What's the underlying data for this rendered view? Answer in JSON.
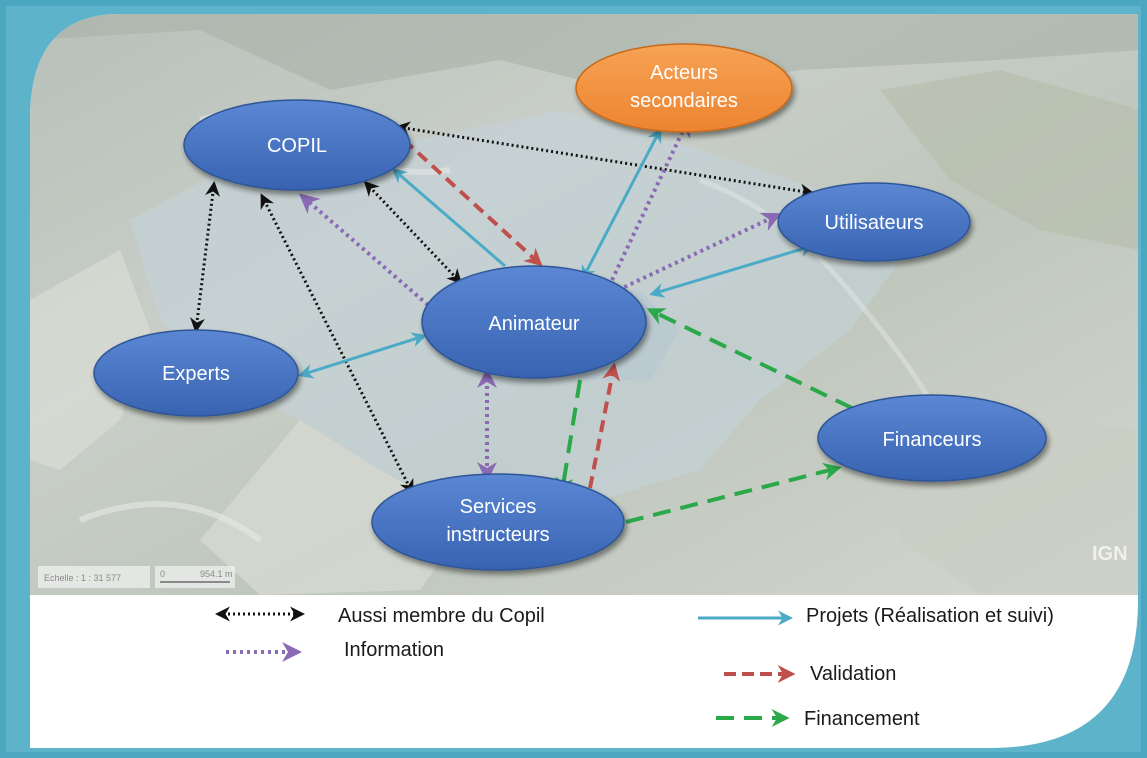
{
  "nodes": {
    "copil": "COPIL",
    "acteurs_line1": "Acteurs",
    "acteurs_line2": "secondaires",
    "utilisateurs": "Utilisateurs",
    "animateur": "Animateur",
    "experts": "Experts",
    "financeurs": "Financeurs",
    "services_line1": "Services",
    "services_line2": "instructeurs"
  },
  "legend": {
    "membre": "Aussi membre du Copil",
    "information": "Information",
    "projets": "Projets (Réalisation et suivi)",
    "validation": "Validation",
    "financement": "Financement"
  },
  "map": {
    "scale_label": "Echelle : 1 : 31 577",
    "scale_left": "0",
    "scale_right": "954.1 m",
    "watermark": "IGN"
  },
  "colors": {
    "node_blue": "#4472c4",
    "node_orange": "#f4913c",
    "frame_teal": "#4aa7bf",
    "membre": "#111111",
    "information": "#8a6ab5",
    "projets": "#4babc7",
    "validation": "#c0504d",
    "financement": "#2aa84a"
  }
}
